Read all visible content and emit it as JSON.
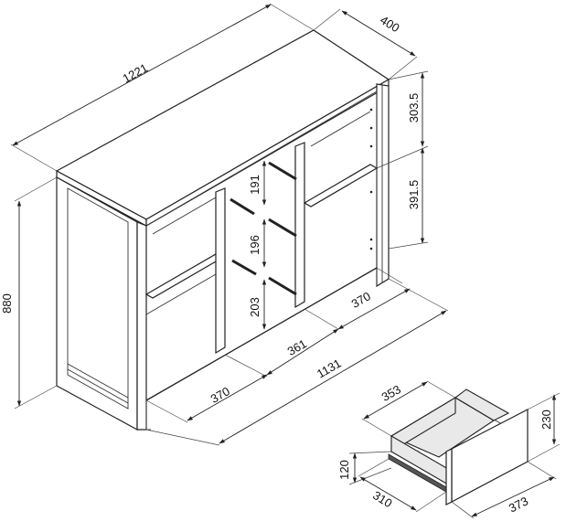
{
  "cabinet": {
    "width": "1221",
    "depth": "400",
    "height": "880",
    "inner_width": "1131",
    "left_bay": "370",
    "middle_bay": "361",
    "right_bay": "370",
    "drawer_gap_top": "191",
    "drawer_gap_mid": "196",
    "drawer_gap_bottom": "203",
    "shelf_upper": "303.5",
    "shelf_lower": "391.5"
  },
  "drawer": {
    "inner_width": "353",
    "front_height": "230",
    "side_height": "120",
    "inner_depth": "310",
    "front_width": "373"
  }
}
